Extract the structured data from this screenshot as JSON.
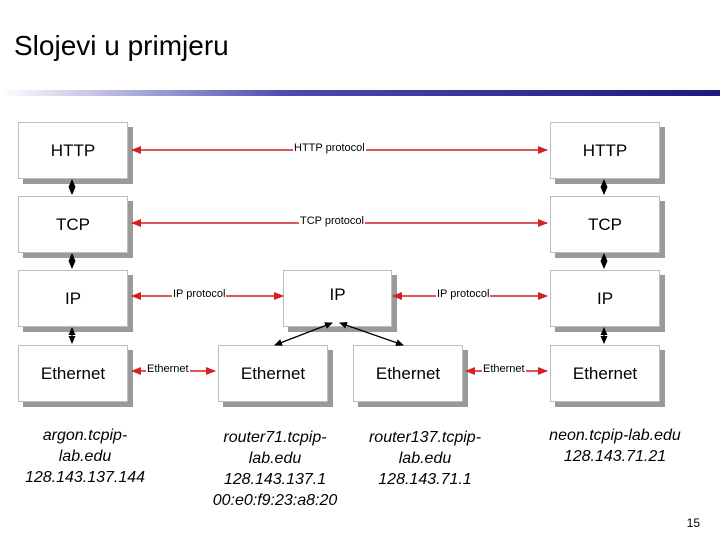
{
  "title": "Slojevi u primjeru",
  "layers": {
    "http": "HTTP",
    "tcp": "TCP",
    "ip": "IP",
    "ethernet": "Ethernet"
  },
  "protocols": {
    "http": "HTTP protocol",
    "tcp": "TCP protocol",
    "ip_left": "IP protocol",
    "ip_right": "IP protocol",
    "eth_left": "Ethernet",
    "eth_right": "Ethernet"
  },
  "hosts": {
    "argon": [
      "argon.tcpip-",
      "lab.edu",
      "128.143.137.144"
    ],
    "router71": [
      "router71.tcpip-",
      "lab.edu",
      "128.143.137.1",
      "00:e0:f9:23:a8:20"
    ],
    "router137": [
      "router137.tcpip-",
      "lab.edu",
      "128.143.71.1"
    ],
    "neon": [
      "neon.tcpip-lab.edu",
      "128.143.71.21"
    ]
  },
  "colors": {
    "protocol_arrow": "#d42020",
    "layer_arrow": "#000000"
  },
  "page_number": "15"
}
